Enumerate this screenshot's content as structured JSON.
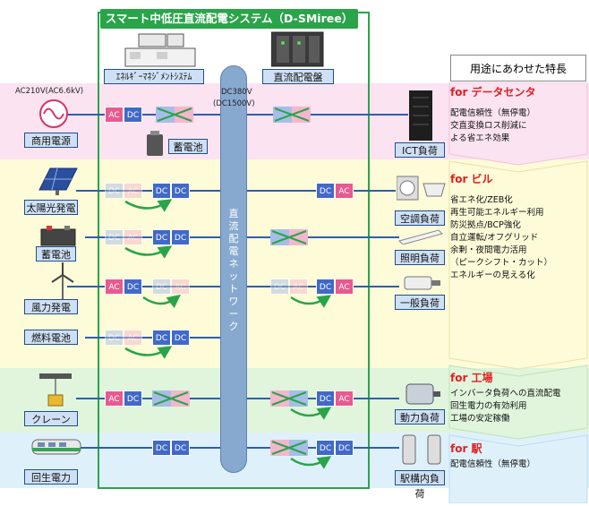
{
  "title": "スマート中低圧直流配電システム（D-SMiree）",
  "top_labels": {
    "ems": "ｴﾈﾙｷﾞｰﾏﾈｼﾞﾒﾝﾄｼｽﾃﾑ",
    "panel": "直流配電盤"
  },
  "voltage": {
    "ac_in": "AC210V(AC6.6kV)",
    "dc_line1": "DC380V",
    "dc_line2": "(DC1500V)"
  },
  "bus_label": "直流配電ネットワーク",
  "sources": {
    "commercial": "商用電源",
    "solar": "太陽光発電",
    "battery": "蓄電池",
    "wind": "風力発電",
    "fuelcell": "燃料電池",
    "crane": "クレーン",
    "regen": "回生電力"
  },
  "battery_mid": "蓄電池",
  "loads": {
    "ict": "ICT負荷",
    "hvac": "空調負荷",
    "lighting": "照明負荷",
    "general": "一般負荷",
    "power": "動力負荷",
    "station": "駅構内負荷"
  },
  "converter": {
    "ac": "AC",
    "dc": "DC"
  },
  "features_head": "用途にあわせた特長",
  "features": [
    {
      "head": "for データセンタ",
      "items": [
        "配電信頼性（無停電）",
        "交直変換ロス削減に",
        "よる省エネ効果"
      ]
    },
    {
      "head": "for ビル",
      "items": [
        "省エネ化/ZEB化",
        "再生可能エネルギー利用",
        "防災拠点/BCP強化",
        "自立運転/オフグリッド",
        "余剰・夜間電力活用",
        "（ピークシフト・カット）",
        "エネルギーの見える化"
      ]
    },
    {
      "head": "for 工場",
      "items": [
        "インバータ負荷への直流配電",
        "回生電力の有効利用",
        "工場の安定稼働"
      ]
    },
    {
      "head": "for 駅",
      "items": [
        "配電信頼性（無停電）"
      ]
    }
  ],
  "colors": {
    "green": "#2aa44a",
    "bus": "#87a9cf",
    "ac": "#e85a8f",
    "dc": "#4169c8",
    "line": "#2f5eb0",
    "feature_head": "#e02020"
  },
  "bands": [
    "#fbe3f1",
    "#fdfbd8",
    "#e0f5dc",
    "#def1fb"
  ]
}
